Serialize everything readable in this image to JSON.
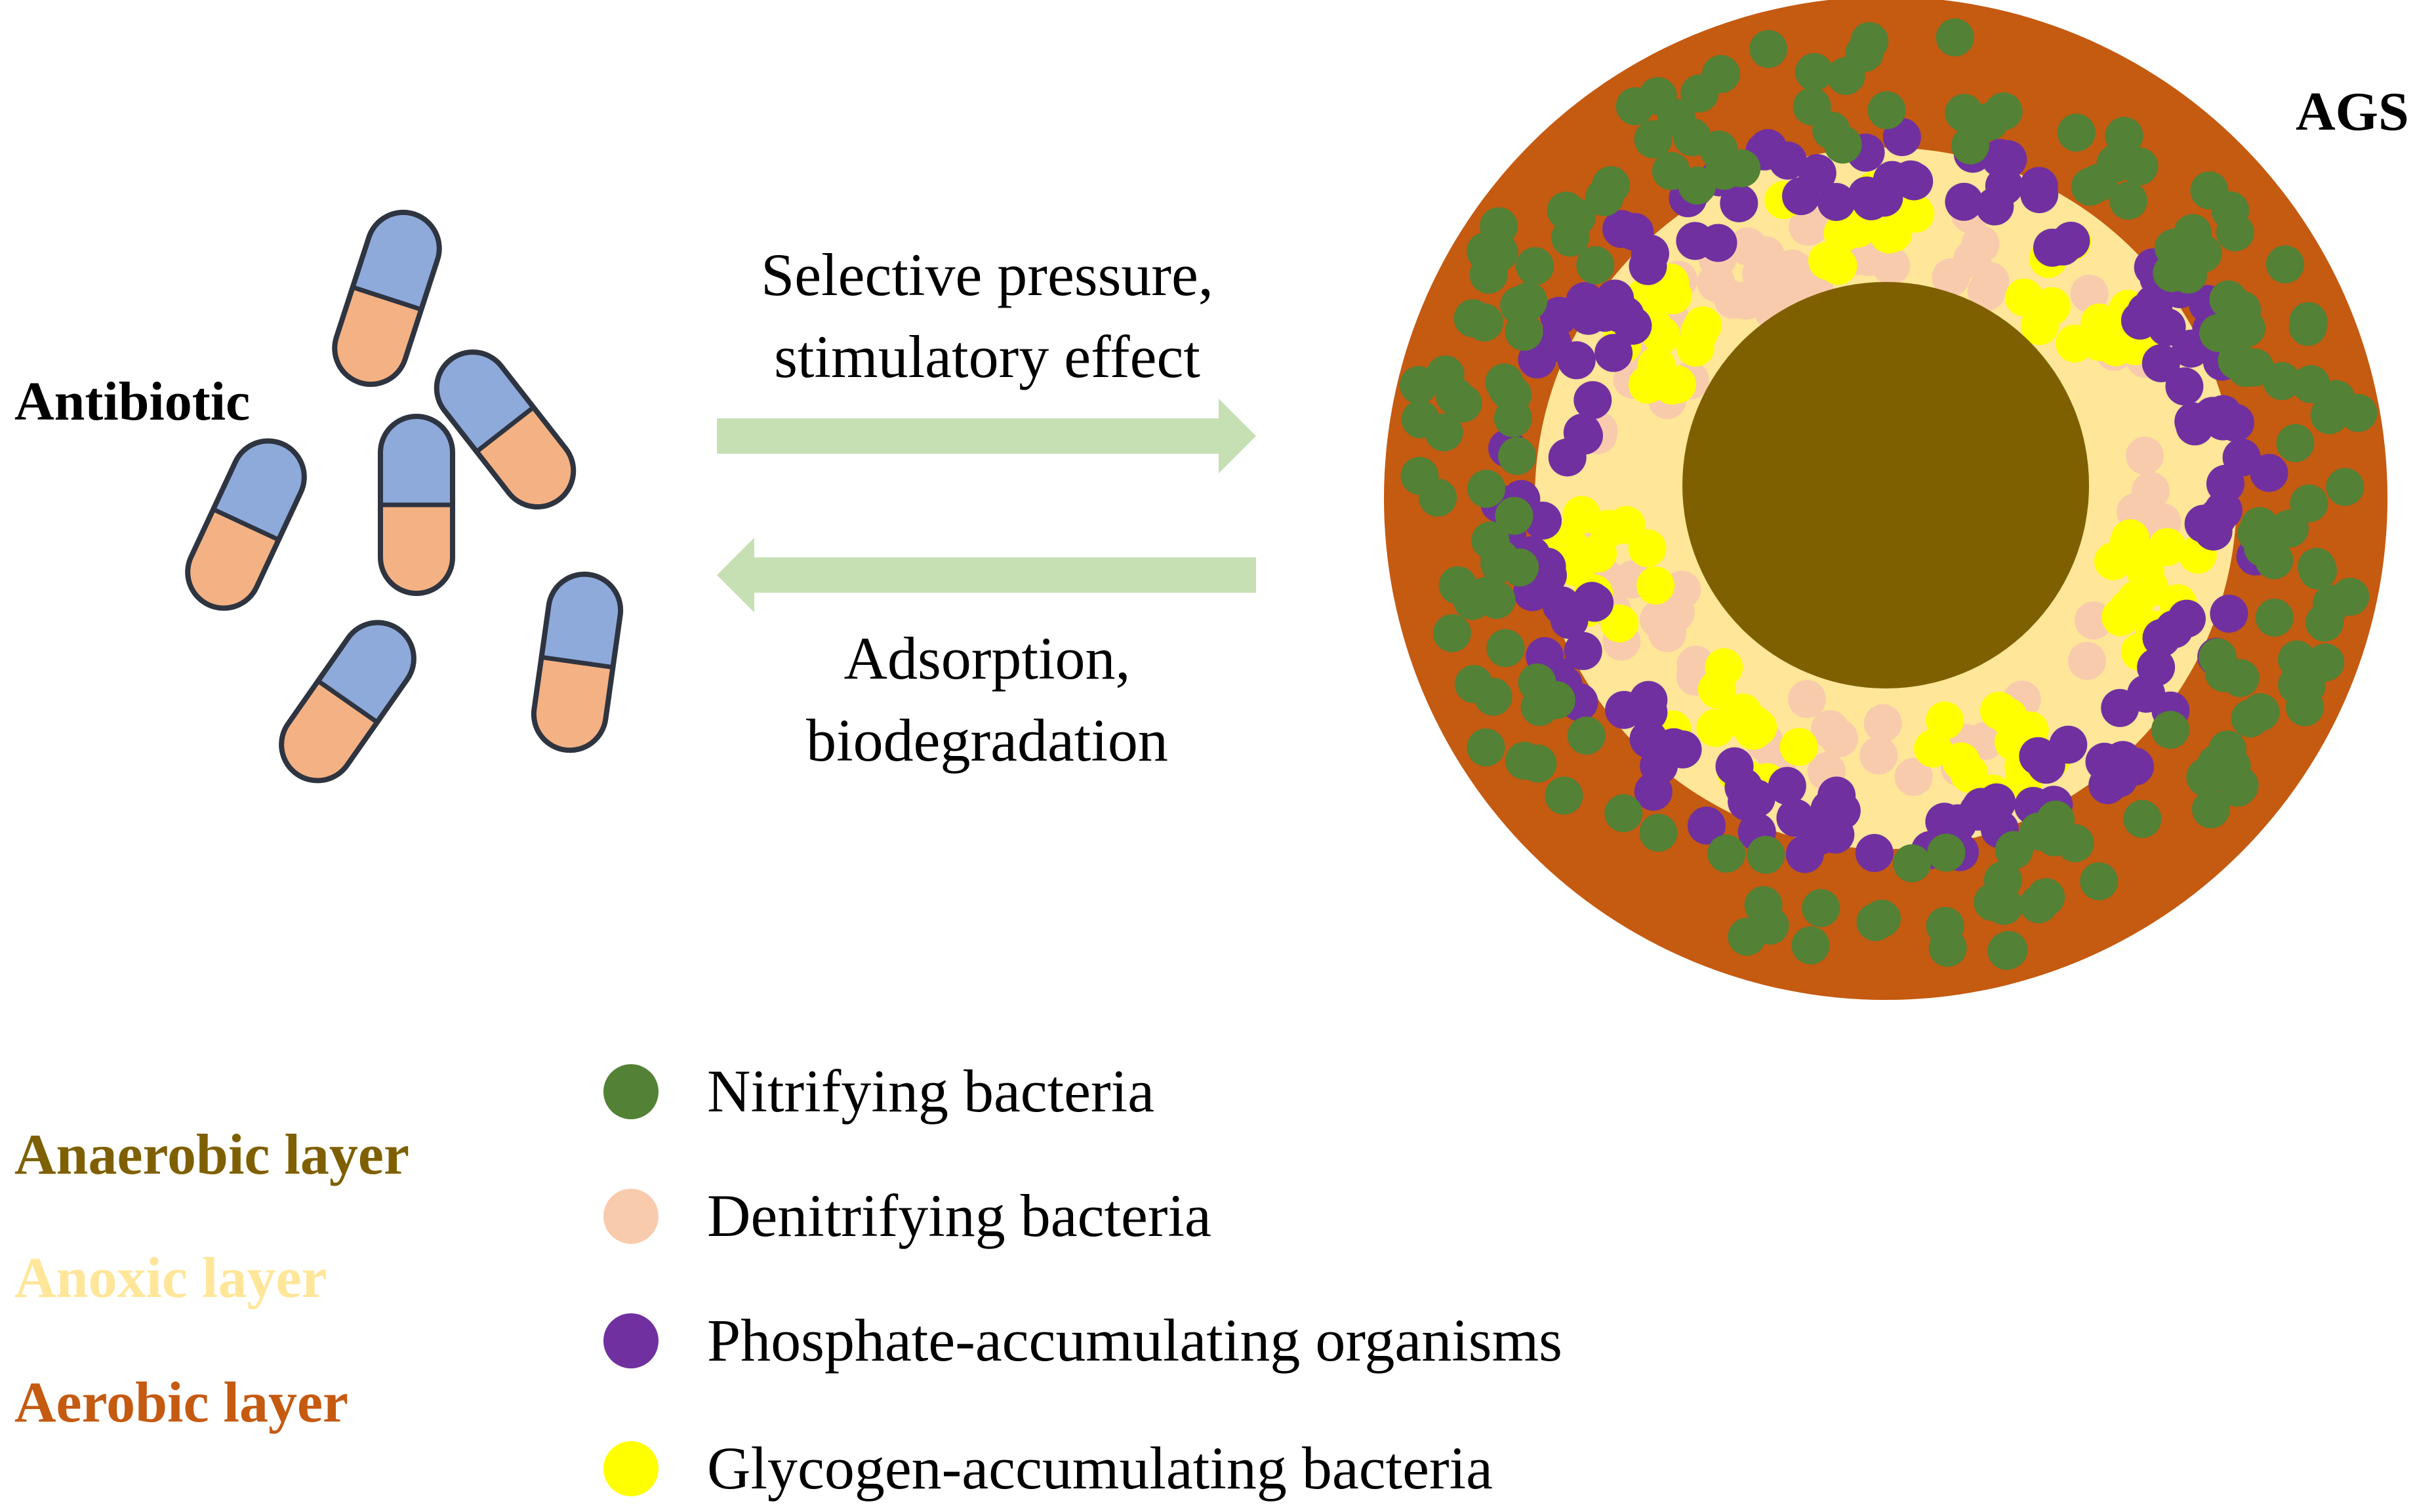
{
  "antibiotic": {
    "label": "Antibiotic",
    "cap_color_top": "#8eaadb",
    "cap_color_bottom": "#f4b183",
    "outline_color": "#2e3440"
  },
  "arrows": {
    "forward_line1": "Selective pressure,",
    "forward_line2": "stimulatory effect",
    "backward_line1": "Adsorption,",
    "backward_line2": "biodegradation",
    "arrow_color": "#c6e0b4"
  },
  "granule": {
    "label": "AGS",
    "aerobic_color": "#c55a11",
    "anoxic_color": "#ffe699",
    "anaerobic_color": "#7f6000"
  },
  "layers": {
    "anaerobic": {
      "label": "Anaerobic layer",
      "color": "#7f6000"
    },
    "anoxic": {
      "label": "Anoxic layer",
      "color": "#ffe699"
    },
    "aerobic": {
      "label": "Aerobic layer",
      "color": "#c55a11"
    }
  },
  "legend": {
    "items": [
      {
        "label": "Nitrifying bacteria",
        "color": "#538135",
        "icon": "green-dot-icon"
      },
      {
        "label": "Denitrifying bacteria",
        "color": "#f8cbad",
        "icon": "peach-dot-icon"
      },
      {
        "label": "Phosphate-accumulating organisms",
        "color": "#7030a0",
        "icon": "purple-dot-icon"
      },
      {
        "label": "Glycogen-accumulating bacteria",
        "color": "#ffff00",
        "icon": "yellow-dot-icon"
      }
    ]
  }
}
